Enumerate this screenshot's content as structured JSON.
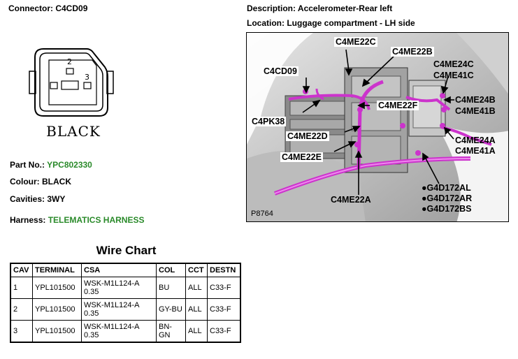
{
  "connector": {
    "label": "Connector:",
    "value": "C4CD09"
  },
  "description": {
    "label": "Description:",
    "value": "Accelerometer-Rear left"
  },
  "location": {
    "label": "Location:",
    "value": "Luggage compartment - LH side"
  },
  "connector_drawing": {
    "color_text": "BLACK",
    "pin_labels": [
      "2",
      "3"
    ]
  },
  "part_no": {
    "label": "Part No.:",
    "value": "YPC802330"
  },
  "colour": {
    "label": "Colour:",
    "value": "BLACK"
  },
  "cavities": {
    "label": "Cavities:",
    "value": "3WY"
  },
  "harness": {
    "label": "Harness:",
    "value": "TELEMATICS HARNESS"
  },
  "photo": {
    "ref": "P8764",
    "labels": {
      "c4me22c": "C4ME22C",
      "c4me22b": "C4ME22B",
      "c4cd09": "C4CD09",
      "c4me24c": "C4ME24C",
      "c4me41c": "C4ME41C",
      "c4me22f": "C4ME22F",
      "c4me24b": "C4ME24B",
      "c4me41b": "C4ME41B",
      "c4pk38": "C4PK38",
      "c4me22d": "C4ME22D",
      "c4me24a": "C4ME24A",
      "c4me41a": "C4ME41A",
      "c4me22e": "C4ME22E",
      "c4me22a": "C4ME22A",
      "g4d172al": "●G4D172AL",
      "g4d172ar": "●G4D172AR",
      "g4d172bs": "●G4D172BS"
    }
  },
  "wire_chart": {
    "title": "Wire Chart",
    "headers": [
      "CAV",
      "TERMINAL",
      "CSA",
      "COL",
      "CCT",
      "DESTN"
    ],
    "rows": [
      [
        "1",
        "YPL101500",
        "WSK-M1L124-A 0.35",
        "BU",
        "ALL",
        "C33-F"
      ],
      [
        "2",
        "YPL101500",
        "WSK-M1L124-A 0.35",
        "GY-BU",
        "ALL",
        "C33-F"
      ],
      [
        "3",
        "YPL101500",
        "WSK-M1L124-A 0.35",
        "BN-GN",
        "ALL",
        "C33-F"
      ]
    ]
  },
  "colors": {
    "harness_text": "#2a8a2a",
    "wire": "#cc33cc"
  }
}
